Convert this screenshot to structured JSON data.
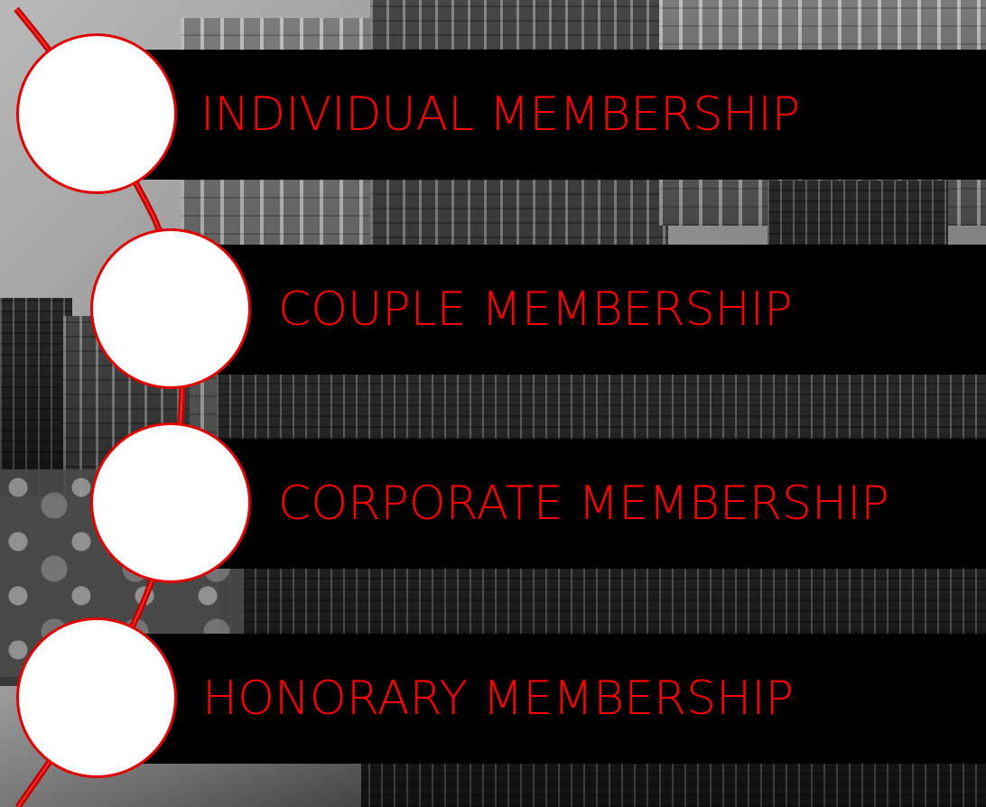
{
  "colors": {
    "accent": "#ff0000",
    "band_background": "#000000",
    "circle_fill": "#ffffff",
    "circle_border": "#e00000"
  },
  "memberships": [
    {
      "label": "INDIVIDUAL MEMBERSHIP"
    },
    {
      "label": "COUPLE MEMBERSHIP"
    },
    {
      "label": "CORPORATE MEMBERSHIP"
    },
    {
      "label": "HONORARY MEMBERSHIP"
    }
  ]
}
